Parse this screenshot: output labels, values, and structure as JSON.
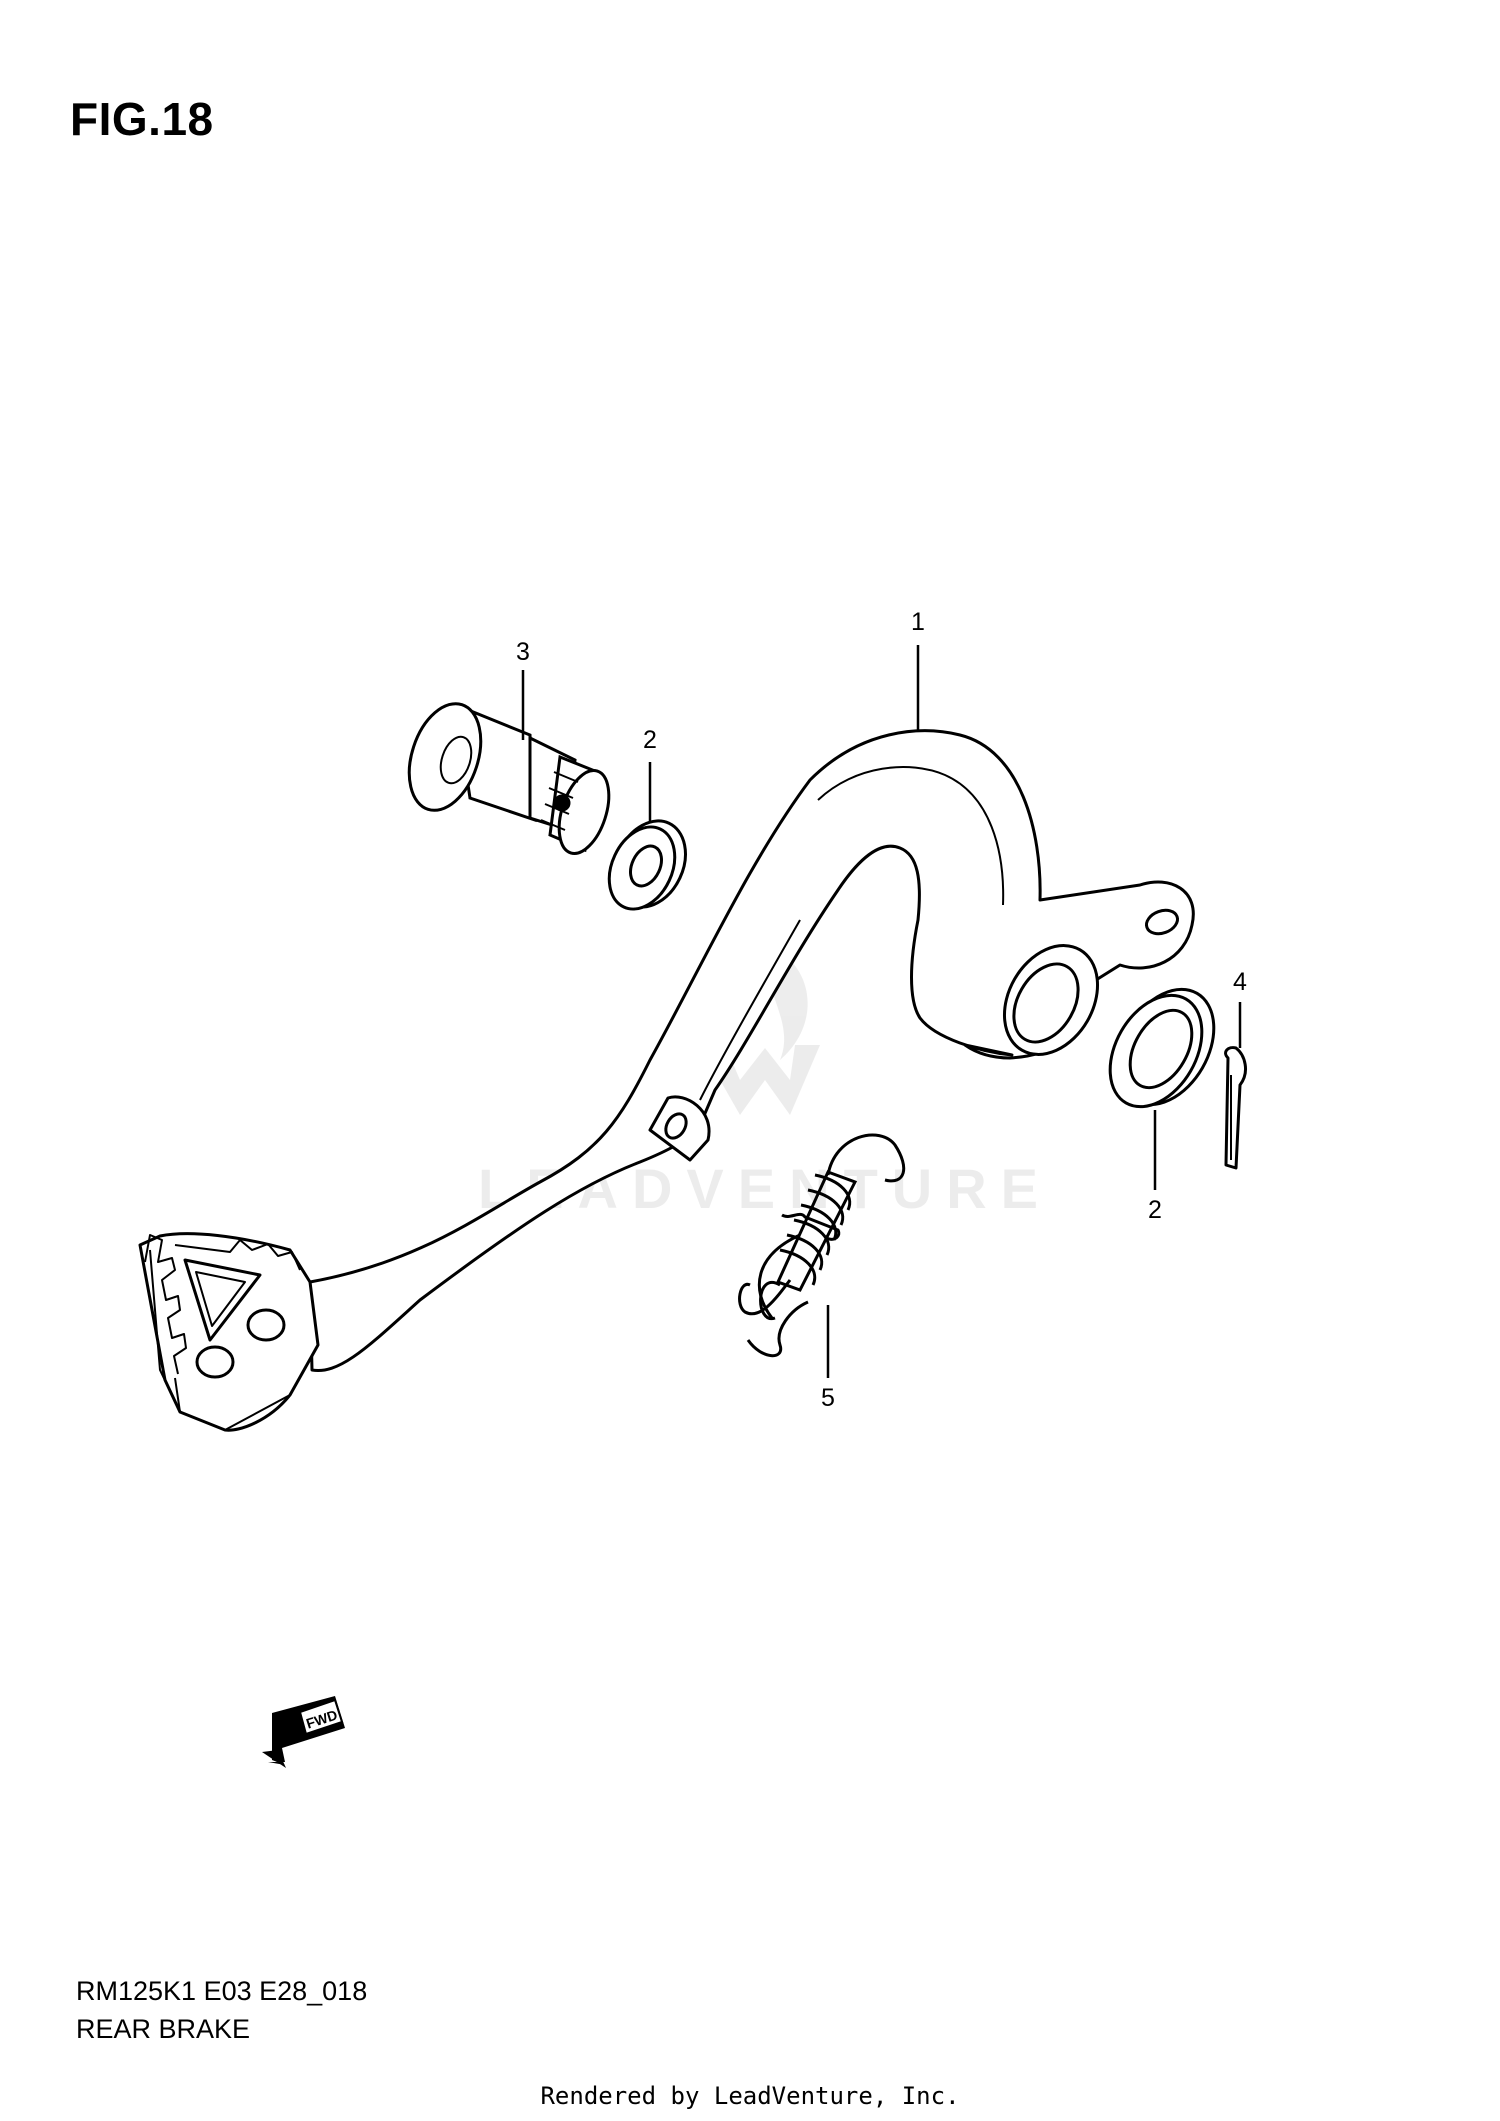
{
  "figure": {
    "title": "FIG.18"
  },
  "diagram": {
    "code": "RM125K1 E03 E28_018",
    "caption": "REAR BRAKE",
    "direction_marker": "FWD",
    "watermark": "LEADVENTURE",
    "callouts": [
      {
        "id": "callout-1",
        "label": "1"
      },
      {
        "id": "callout-2a",
        "label": "2"
      },
      {
        "id": "callout-2b",
        "label": "2"
      },
      {
        "id": "callout-3",
        "label": "3"
      },
      {
        "id": "callout-4",
        "label": "4"
      },
      {
        "id": "callout-5",
        "label": "5"
      }
    ]
  },
  "footer": {
    "text": "Rendered by LeadVenture, Inc."
  }
}
